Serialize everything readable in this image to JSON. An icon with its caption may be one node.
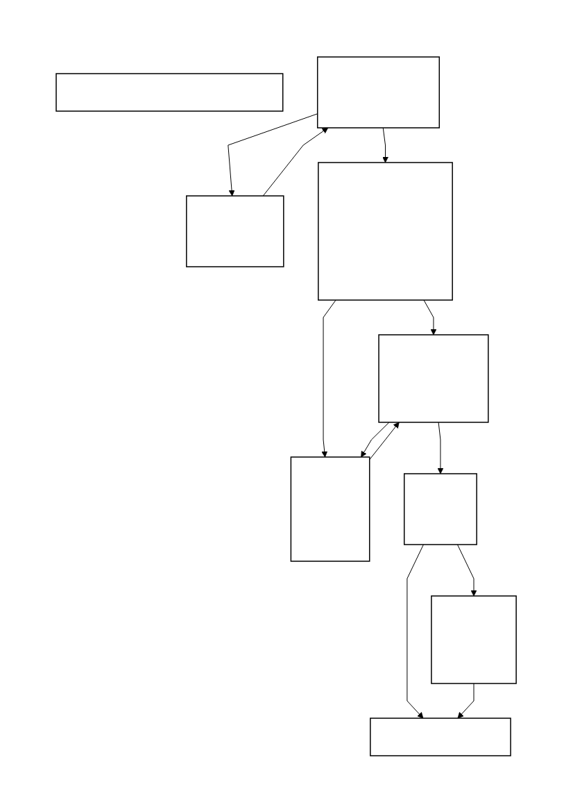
{
  "diagram": {
    "nodes": [
      {
        "text": [],
        "shape": "box"
      },
      {
        "text": [],
        "shape": "box"
      },
      {
        "text": [],
        "shape": "box"
      },
      {
        "text": [],
        "shape": "box"
      },
      {
        "text": [],
        "shape": "box"
      },
      {
        "text": [],
        "shape": "box"
      },
      {
        "text": [],
        "shape": "box"
      },
      {
        "text": [],
        "shape": "box"
      },
      {
        "text": [],
        "shape": "box"
      }
    ],
    "edges": [
      {
        "from": 1,
        "to": 2,
        "arrow": "to"
      },
      {
        "from": 2,
        "to": 1,
        "arrow": "to"
      },
      {
        "from": 1,
        "to": 3,
        "arrow": "to"
      },
      {
        "from": 3,
        "to": 4,
        "arrow": "to"
      },
      {
        "from": 3,
        "to": 5,
        "arrow": "to"
      },
      {
        "from": 4,
        "to": 5,
        "arrow": "to"
      },
      {
        "from": 5,
        "to": 4,
        "arrow": "to"
      },
      {
        "from": 4,
        "to": 6,
        "arrow": "to"
      },
      {
        "from": 6,
        "to": 7,
        "arrow": "to"
      },
      {
        "from": 6,
        "to": 8,
        "arrow": "to"
      },
      {
        "from": 7,
        "to": 8,
        "arrow": "to"
      }
    ]
  }
}
